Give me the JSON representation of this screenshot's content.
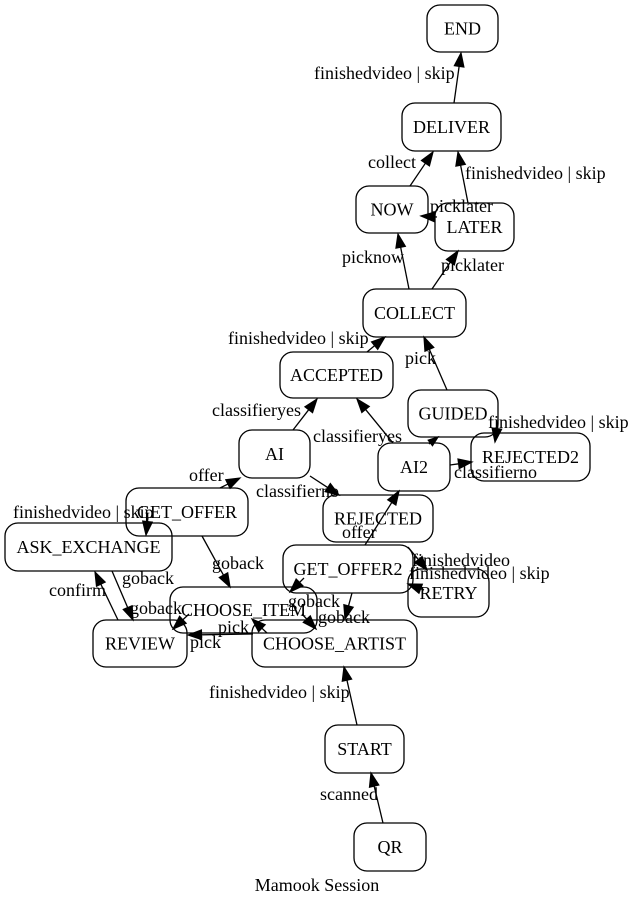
{
  "title": "Mamook Session",
  "colors": {
    "background": "#ffffff",
    "stroke": "#000000",
    "text": "#000000"
  },
  "nodes": [
    {
      "label": "END"
    },
    {
      "label": "DELIVER"
    },
    {
      "label": "NOW"
    },
    {
      "label": "LATER"
    },
    {
      "label": "COLLECT"
    },
    {
      "label": "ACCEPTED"
    },
    {
      "label": "GUIDED"
    },
    {
      "label": "AI"
    },
    {
      "label": "AI2"
    },
    {
      "label": "REJECTED2"
    },
    {
      "label": "GET_OFFER"
    },
    {
      "label": "REJECTED"
    },
    {
      "label": "ASK_EXCHANGE"
    },
    {
      "label": "GET_OFFER2"
    },
    {
      "label": "RETRY"
    },
    {
      "label": "CHOOSE_ITEM"
    },
    {
      "label": "REVIEW"
    },
    {
      "label": "CHOOSE_ARTIST"
    },
    {
      "label": "START"
    },
    {
      "label": "QR"
    }
  ],
  "edges": [
    {
      "from": "QR",
      "to": "START",
      "label": "scanned"
    },
    {
      "from": "START",
      "to": "CHOOSE_ARTIST",
      "label": "finishedvideo | skip"
    },
    {
      "from": "CHOOSE_ARTIST",
      "to": "CHOOSE_ITEM",
      "label": "pick"
    },
    {
      "from": "CHOOSE_ITEM",
      "to": "REVIEW",
      "label": "pick"
    },
    {
      "from": "CHOOSE_ITEM",
      "to": "REVIEW",
      "label": "goback"
    },
    {
      "from": "REVIEW",
      "to": "ASK_EXCHANGE",
      "label": "confirm"
    },
    {
      "from": "ASK_EXCHANGE",
      "to": "REVIEW",
      "label": "goback"
    },
    {
      "from": "GET_OFFER",
      "to": "ASK_EXCHANGE",
      "label": "finishedvideo | skip"
    },
    {
      "from": "GET_OFFER",
      "to": "CHOOSE_ITEM",
      "label": "goback"
    },
    {
      "from": "GET_OFFER",
      "to": "AI",
      "label": "offer"
    },
    {
      "from": "AI",
      "to": "ACCEPTED",
      "label": "classifieryes"
    },
    {
      "from": "AI",
      "to": "REJECTED",
      "label": "classifierno"
    },
    {
      "from": "REJECTED",
      "to": "RETRY",
      "label": "finishedvideo"
    },
    {
      "from": "RETRY",
      "to": "GET_OFFER2",
      "label": "finishedvideo | skip"
    },
    {
      "from": "GET_OFFER2",
      "to": "AI2",
      "label": "offer"
    },
    {
      "from": "GET_OFFER2",
      "to": "CHOOSE_ITEM",
      "label": "goback"
    },
    {
      "from": "GET_OFFER2",
      "to": "CHOOSE_ARTIST",
      "label": "goback"
    },
    {
      "from": "CHOOSE_ITEM",
      "to": "CHOOSE_ARTIST",
      "label": ""
    },
    {
      "from": "AI2",
      "to": "ACCEPTED",
      "label": "classifieryes"
    },
    {
      "from": "AI2",
      "to": "REJECTED2",
      "label": "classifierno"
    },
    {
      "from": "AI2",
      "to": "GUIDED",
      "label": ""
    },
    {
      "from": "GUIDED",
      "to": "REJECTED2",
      "label": "finishedvideo | skip"
    },
    {
      "from": "GUIDED",
      "to": "COLLECT",
      "label": "pick"
    },
    {
      "from": "ACCEPTED",
      "to": "COLLECT",
      "label": "finishedvideo | skip"
    },
    {
      "from": "COLLECT",
      "to": "NOW",
      "label": "picknow"
    },
    {
      "from": "COLLECT",
      "to": "LATER",
      "label": "picklater"
    },
    {
      "from": "LATER",
      "to": "NOW",
      "label": "picklater"
    },
    {
      "from": "NOW",
      "to": "DELIVER",
      "label": "collect"
    },
    {
      "from": "LATER",
      "to": "DELIVER",
      "label": "finishedvideo | skip"
    },
    {
      "from": "DELIVER",
      "to": "END",
      "label": "finishedvideo | skip"
    }
  ]
}
